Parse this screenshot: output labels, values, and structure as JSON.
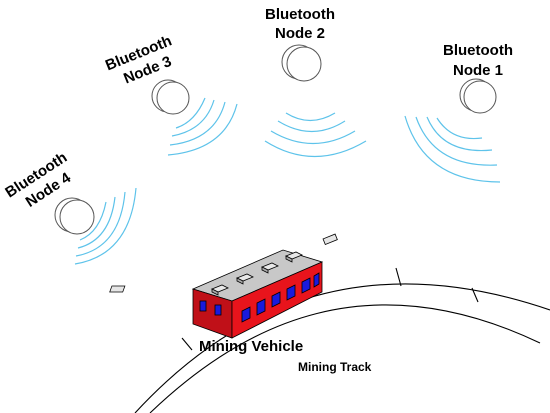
{
  "nodes": [
    {
      "line1": "Bluetooth",
      "line2": "Node 1"
    },
    {
      "line1": "Bluetooth",
      "line2": "Node 2"
    },
    {
      "line1": "Bluetooth",
      "line2": "Node 3"
    },
    {
      "line1": "Bluetooth",
      "line2": "Node 4"
    }
  ],
  "vehicle": {
    "label": "Mining Vehicle"
  },
  "track": {
    "label": "Mining Track"
  },
  "colors": {
    "waves": "#5ec3ea",
    "vehicle_body": "#e8141c",
    "vehicle_roof": "#c8c8c8",
    "windows": "#1a1adc",
    "outline": "#000000"
  }
}
